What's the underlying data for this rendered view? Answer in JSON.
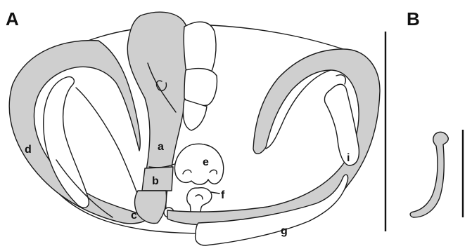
{
  "panels": {
    "a": "A",
    "b": "B"
  },
  "labels": {
    "a": "a",
    "b": "b",
    "c": "c",
    "d": "d",
    "e": "e",
    "f": "f",
    "g": "g",
    "i": "i"
  },
  "colors": {
    "shade": "#cfcfcf",
    "line": "#1a1a1a",
    "background": "#ffffff"
  }
}
